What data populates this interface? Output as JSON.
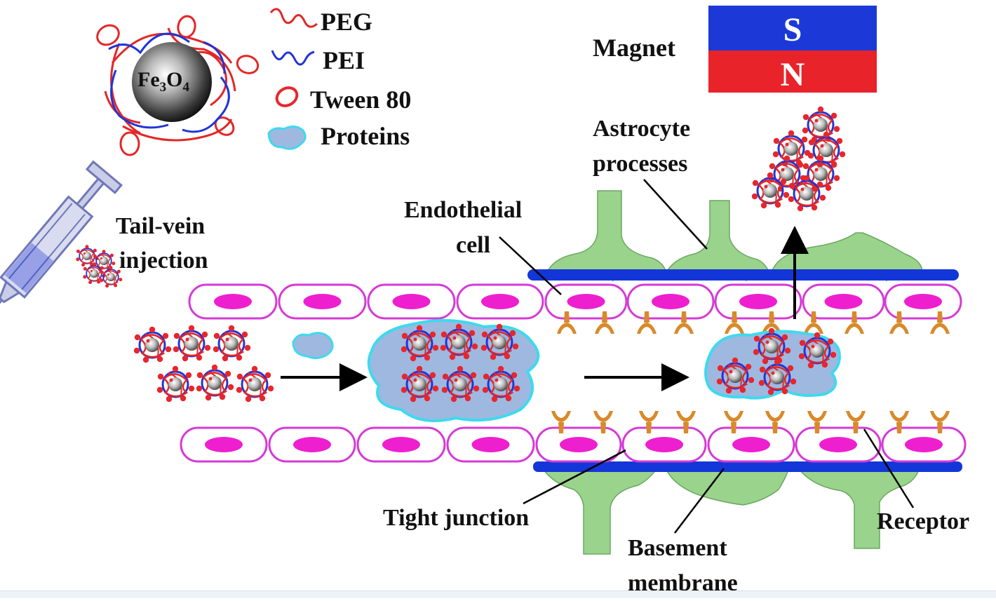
{
  "legend": {
    "core_main": "Fe",
    "core_sub1": "3",
    "core_mid": "O",
    "core_sub2": "4",
    "peg": "PEG",
    "pei": "PEI",
    "tween": "Tween 80",
    "proteins": "Proteins"
  },
  "magnet": {
    "label": "Magnet",
    "south": "S",
    "north": "N"
  },
  "labels": {
    "injection_1": "Tail-vein",
    "injection_2": "injection",
    "endothelial_1": "Endothelial",
    "endothelial_2": "cell",
    "astrocyte_1": "Astrocyte",
    "astrocyte_2": "processes",
    "tight_junction": "Tight junction",
    "basement_1": "Basement",
    "basement_2": "membrane",
    "receptor": "Receptor"
  },
  "colors": {
    "peg": "#e32727",
    "pei": "#1f35d6",
    "tween": "#e8262b",
    "protein_fill": "#9fb8e0",
    "protein_edge": "#3fd9ee",
    "cell_border": "#d63ad6",
    "nucleus": "#ee1fcf",
    "basement": "#1336d8",
    "astrocyte": "#9ad38c",
    "receptor": "#d88a2a",
    "magnet_south": "#1c39d8",
    "magnet_north": "#e8232a"
  }
}
